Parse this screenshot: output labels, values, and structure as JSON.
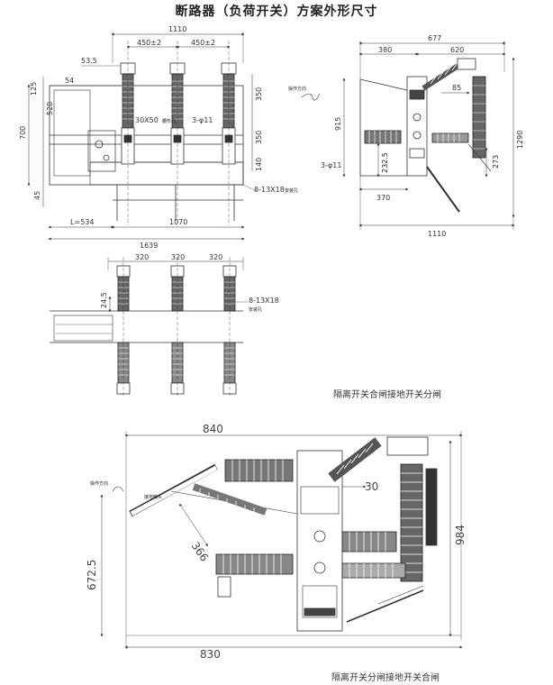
{
  "title": "断路器（负荷开关）方案外形尺寸",
  "colors": {
    "line": "#333333",
    "ink": "#222222",
    "insulator": "#555555"
  },
  "front_view": {
    "dims": {
      "top_width": "1110",
      "pitch_a": "450±2",
      "pitch_b": "450±2",
      "d53": "53.5",
      "d54": "54",
      "h125": "125",
      "h520": "520",
      "h700": "700",
      "h45": "45",
      "h350a": "350",
      "h350b": "350",
      "h140": "140",
      "slot": "30X50",
      "hole": "3-φ11",
      "mount": "8-13X18",
      "l534": "L=534",
      "w1070": "1070",
      "w1639": "1639"
    },
    "labels": {
      "slot_note": "腰形孔",
      "mount_note": "安装孔"
    }
  },
  "side_view": {
    "dims": {
      "w677": "677",
      "w380": "380",
      "w620": "620",
      "d85": "85",
      "h915": "915",
      "h1290": "1290",
      "hole": "3-φ11",
      "h232": "232.5",
      "h273": "273",
      "w370": "370",
      "w1110": "1110"
    },
    "labels": {
      "arc_note": "操作方向"
    }
  },
  "top_view": {
    "dims": {
      "p1": "320",
      "p2": "320",
      "p3": "320",
      "d245": "24.5",
      "mount": "8-13X18",
      "mount_note": "安装孔"
    },
    "caption": "隔离开关合闸接地开关分闸"
  },
  "bottom_view": {
    "dims": {
      "w840": "840",
      "d30": "30",
      "d366": "366",
      "h6725": "672.5",
      "h984": "984",
      "w830": "830"
    },
    "labels": {
      "arc_note": "操作方向",
      "contact_note": "接地触头"
    },
    "caption": "隔离开关分闸接地开关合闸"
  }
}
